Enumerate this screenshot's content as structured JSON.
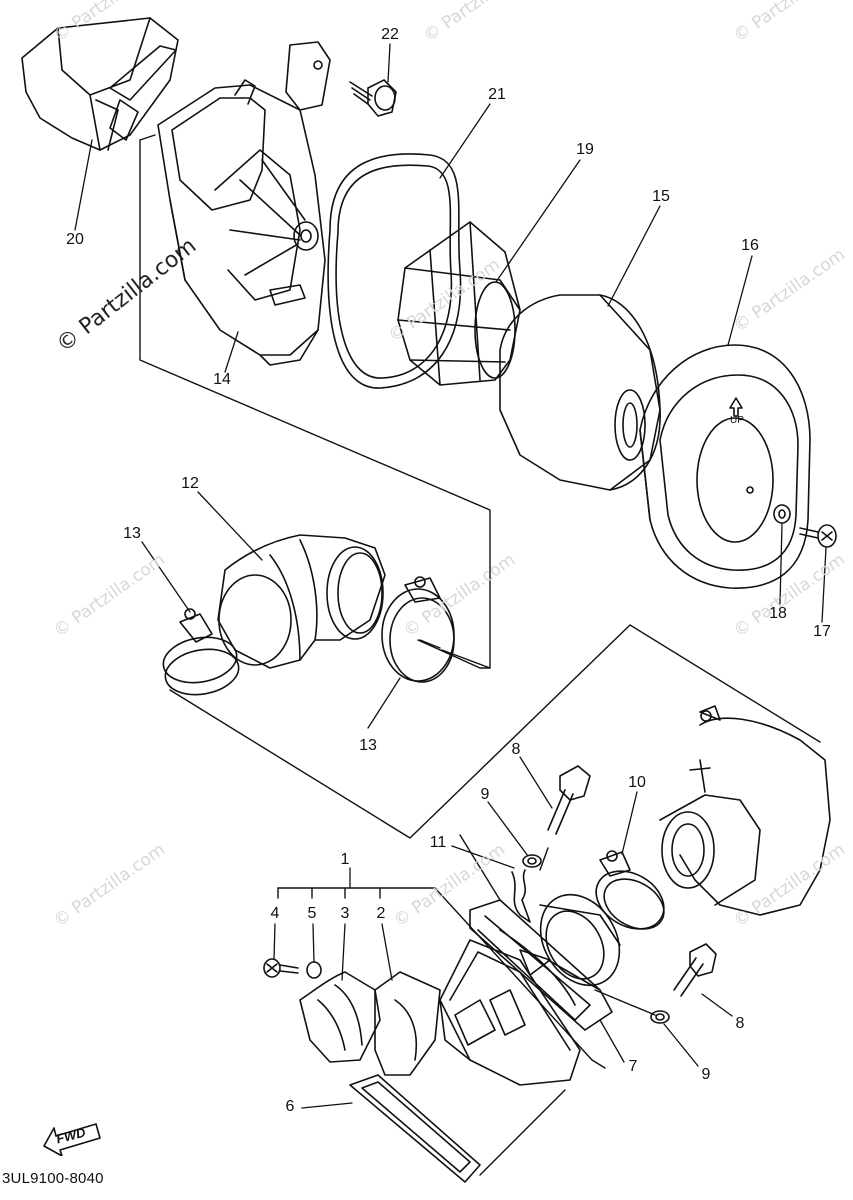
{
  "watermark": {
    "text": "© Partzilla.com",
    "prominent_text": "© Partzilla.com"
  },
  "callouts": [
    {
      "id": "c22",
      "label": "22"
    },
    {
      "id": "c21",
      "label": "21"
    },
    {
      "id": "c19",
      "label": "19"
    },
    {
      "id": "c15",
      "label": "15"
    },
    {
      "id": "c16",
      "label": "16"
    },
    {
      "id": "c20",
      "label": "20"
    },
    {
      "id": "c14",
      "label": "14"
    },
    {
      "id": "c12",
      "label": "12"
    },
    {
      "id": "c13a",
      "label": "13"
    },
    {
      "id": "c13b",
      "label": "13"
    },
    {
      "id": "c18",
      "label": "18"
    },
    {
      "id": "c17",
      "label": "17"
    },
    {
      "id": "c8a",
      "label": "8"
    },
    {
      "id": "c9a",
      "label": "9"
    },
    {
      "id": "c10",
      "label": "10"
    },
    {
      "id": "c11",
      "label": "11"
    },
    {
      "id": "c1",
      "label": "1"
    },
    {
      "id": "c4",
      "label": "4"
    },
    {
      "id": "c5",
      "label": "5"
    },
    {
      "id": "c3",
      "label": "3"
    },
    {
      "id": "c2",
      "label": "2"
    },
    {
      "id": "c8b",
      "label": "8"
    },
    {
      "id": "c9b",
      "label": "9"
    },
    {
      "id": "c7",
      "label": "7"
    },
    {
      "id": "c6",
      "label": "6"
    }
  ],
  "fwd_label": "FWD",
  "up_label": "UP",
  "diagram_code": "3UL9100-8040"
}
